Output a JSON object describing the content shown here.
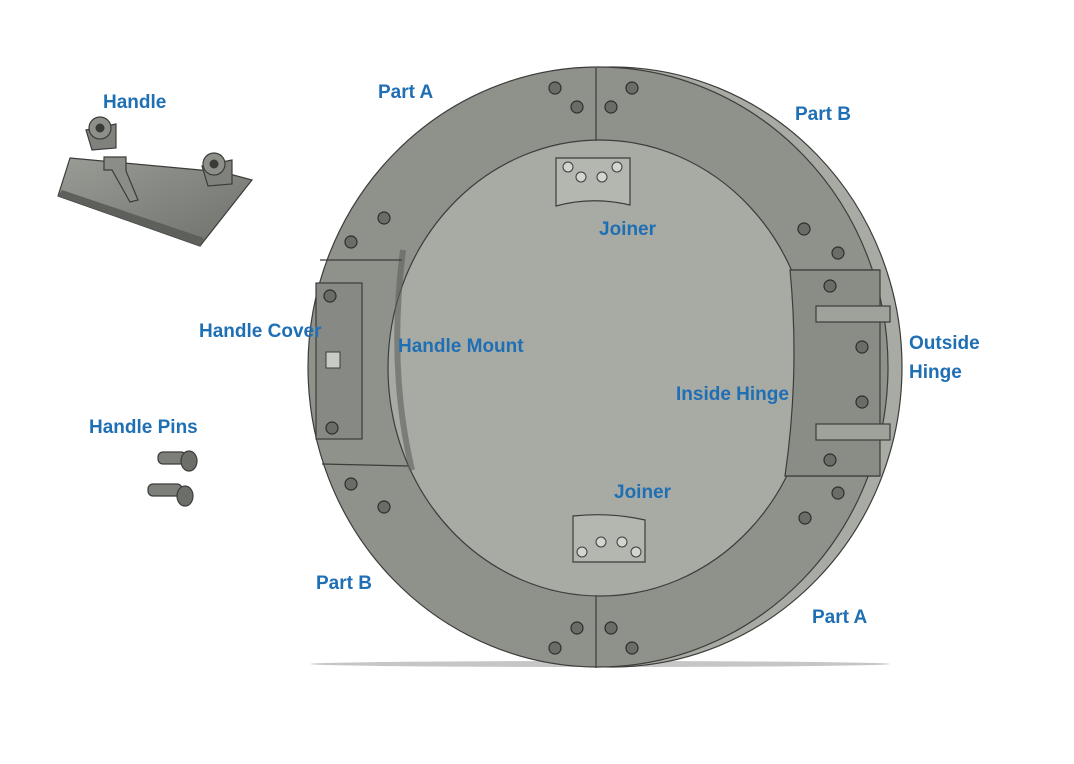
{
  "labels": {
    "handle": "Handle",
    "part_a_top": "Part A",
    "part_b_top": "Part B",
    "joiner_top": "Joiner",
    "handle_cover": "Handle Cover",
    "handle_mount": "Handle Mount",
    "outside_hinge_1": "Outside",
    "outside_hinge_2": "Hinge",
    "inside_hinge": "Inside Hinge",
    "handle_pins": "Handle Pins",
    "joiner_bottom": "Joiner",
    "part_b_bottom": "Part B",
    "part_a_bottom": "Part A"
  },
  "colors": {
    "label": "#1f6fb5",
    "ring_face": "#8f918b",
    "ring_edge": "#6f716c",
    "part_fill": "#b4b6b0",
    "outline": "#3c3d3b"
  }
}
